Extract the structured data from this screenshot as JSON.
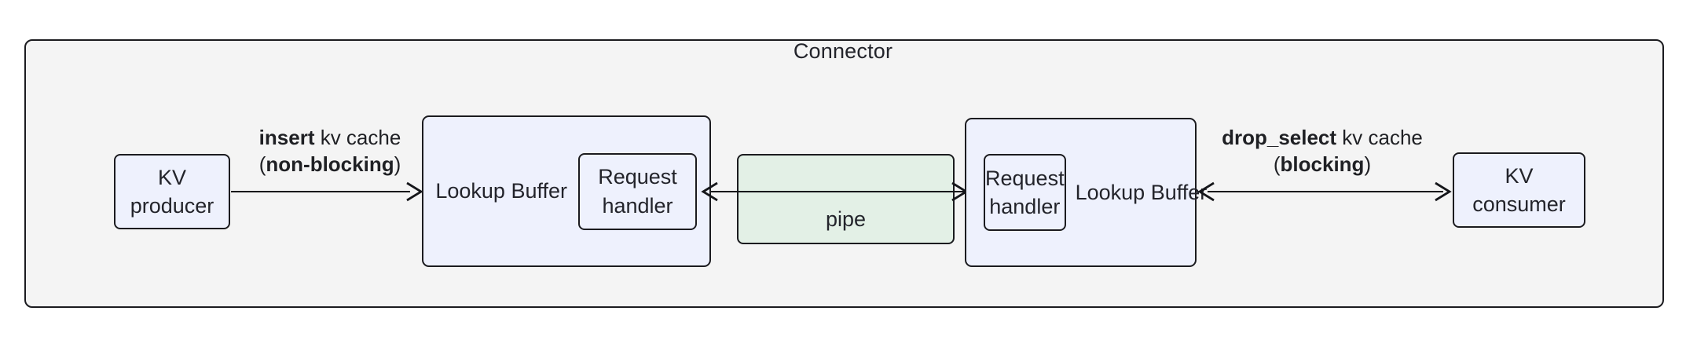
{
  "diagram": {
    "container": {
      "title": "Connector"
    },
    "nodes": {
      "kv_producer": {
        "line1": "KV",
        "line2": "producer"
      },
      "kv_consumer": {
        "line1": "KV",
        "line2": "consumer"
      },
      "lookup_buffer_left": {
        "line1": "Lookup",
        "line2": "Buffer"
      },
      "lookup_buffer_right": {
        "line1": "Lookup",
        "line2": "Buffer"
      },
      "request_handler_left": {
        "line1": "Request",
        "line2": "handler"
      },
      "request_handler_right": {
        "line1": "Request",
        "line2": "handler"
      },
      "pipe": {
        "label": "pipe"
      }
    },
    "edges": {
      "insert": {
        "bold_prefix": "insert",
        "rest": " kv cache",
        "paren_open": "(",
        "bold_mode": "non-blocking",
        "paren_close": ")"
      },
      "drop_select": {
        "bold_prefix": "drop_select",
        "rest": " kv cache",
        "paren_open": "(",
        "bold_mode": "blocking",
        "paren_close": ")"
      }
    },
    "colors": {
      "container_fill": "#f4f4f4",
      "node_blue_fill": "#eef1fd",
      "pipe_green_fill": "#e3f0e6",
      "stroke": "#1b1b1f",
      "text": "#23242b"
    }
  }
}
